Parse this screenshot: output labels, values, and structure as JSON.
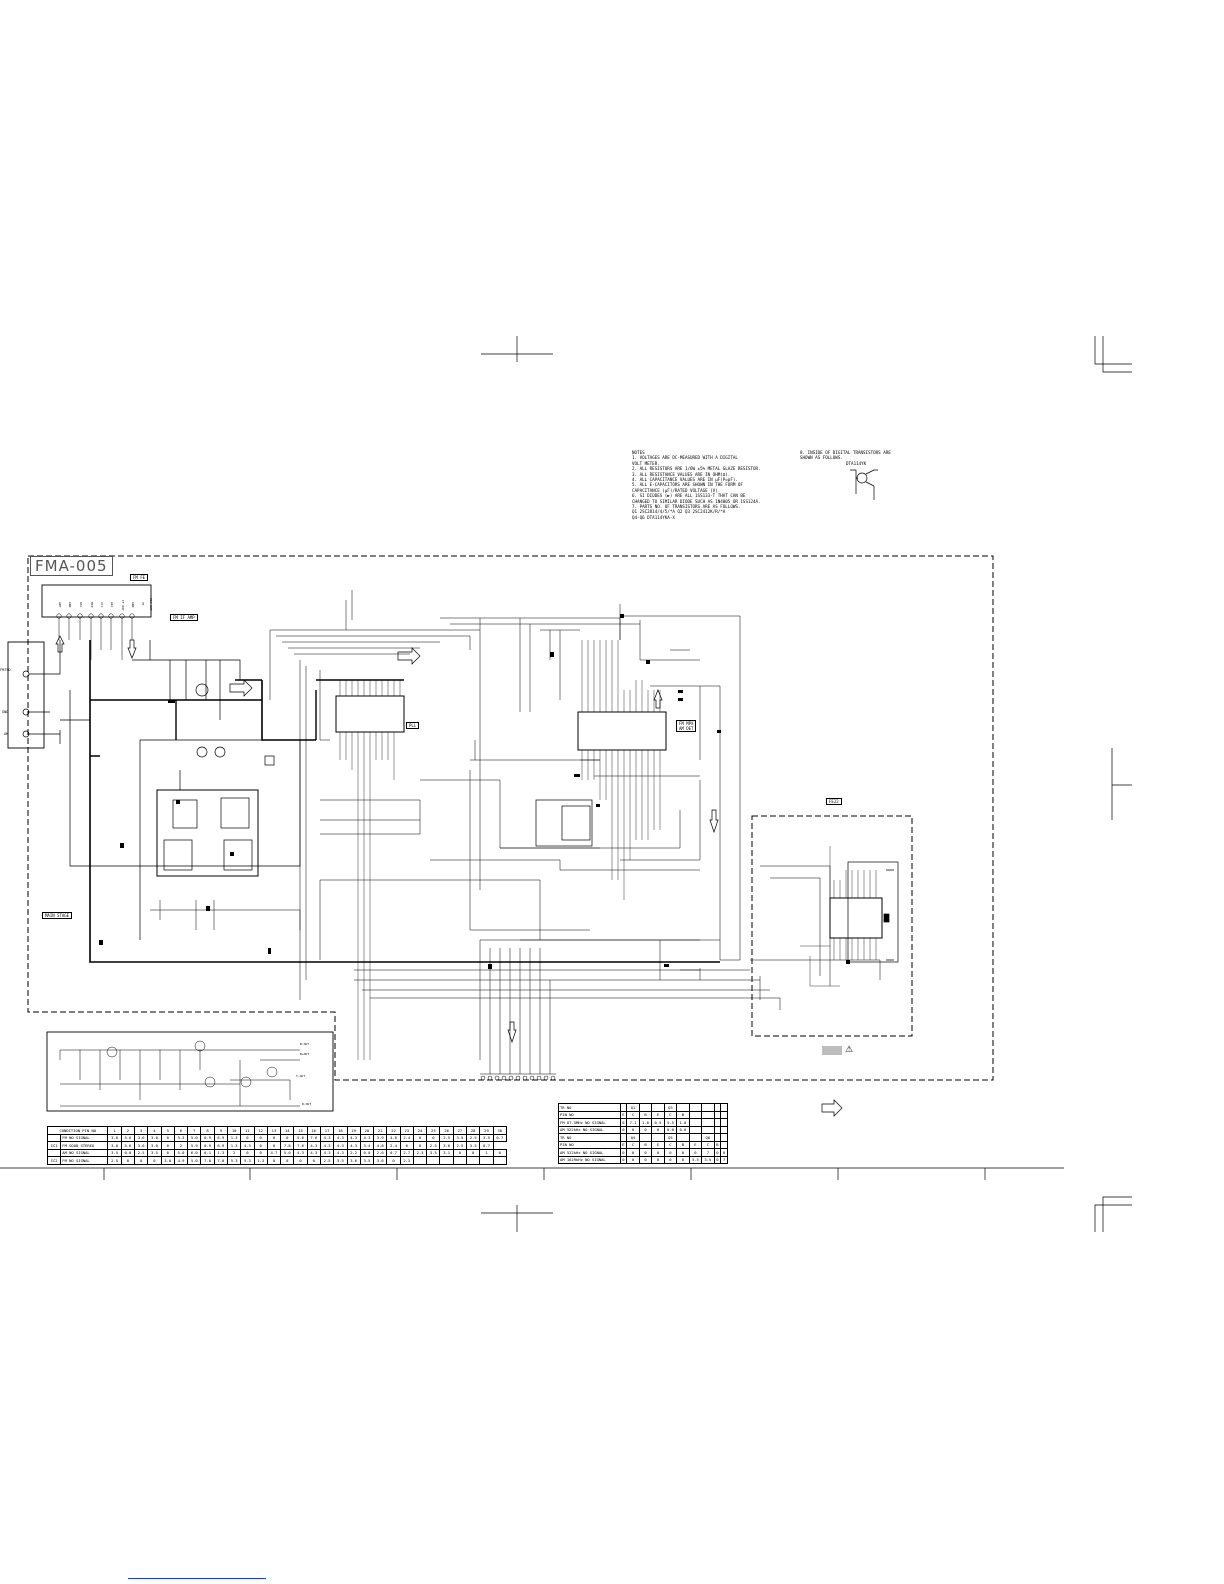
{
  "board": {
    "title": "FMA-005"
  },
  "blocks": {
    "fm_fe": "FM FE",
    "fm_if_amp": "FM IF AMP",
    "pll": "PLL",
    "fm_mpx_am_det": [
      "FM MPX",
      "AM DET"
    ],
    "fe22": "FE22",
    "main_stage": "MAIN STAGE"
  },
  "connectors": [
    "FM75Ω",
    "GND",
    "AM"
  ],
  "notes": {
    "heading": "NOTES",
    "items": [
      "1.  VOLTAGES ARE DC-MEASURED WITH A DIGITAL",
      "     VOLT METER.",
      "2.  ALL RESISTORS ARE 1/6W ±5% METAL GLAZE RESISTOR.",
      "3.  ALL RESISTANCE VALUES ARE IN OHM(Ω).",
      "4.  ALL CAPACITANCE VALUES ARE IN μF(P=pF).",
      "5.  ALL E-CAPACITORS ARE SHOWN IN THE FORM OF",
      "     CAPACITANCE (μF)/RATED VOLTAGE (V).",
      "6.  SI DIODES (▶) ARE ALL 1SS133-T THAT CAN BE",
      "     CHANGED TO SIMILAR DIODE SUCH AS 1N4005 OR 1SS124A.",
      "7.  PARTS NO. OF TRANSISTORS ARE AS FOLLOWS.",
      "     Q1       2SC2814/4/5/*A      Q2 Q3    2SC2412K/R/*A",
      "     Q4-Q6   DTA114YKA-X"
    ],
    "item8": [
      "8.  INSIDE OF DIGITAL TRANSISTORS ARE",
      "     SHOWN AS FOLLOWS.",
      "DTA114YK"
    ]
  },
  "ic_table": {
    "header": [
      "CONDITION PIN NO",
      "1",
      "2",
      "3",
      "4",
      "5",
      "6",
      "7",
      "8",
      "9",
      "10",
      "11",
      "12",
      "13",
      "14",
      "15",
      "16",
      "17",
      "18",
      "19",
      "20",
      "21",
      "22",
      "23",
      "24",
      "25",
      "26",
      "27",
      "28",
      "29",
      "30"
    ],
    "rows": [
      [
        "",
        "FM NO SIGNAL",
        "3.0",
        "5.6",
        "3.6",
        "3.0",
        "0",
        "5.3",
        "5.0",
        "0.9",
        "6.9",
        "1.3",
        "0",
        "0",
        "0",
        "0",
        "5.6",
        "7.6",
        "4.3",
        "4.3",
        "4.3",
        "4.3",
        "3.9",
        "4.8",
        "2.4",
        "0",
        "0",
        "2.5",
        "3.5",
        "2.5",
        "3.5",
        "0.7"
      ],
      [
        "IC1",
        "FM GOOD STEREO",
        "3.0",
        "5.6",
        "3.6",
        "3.0",
        "0",
        "2",
        "5.9",
        "0.9",
        "6.9",
        "1.3",
        "4.3",
        "0",
        "0",
        "7.8",
        "7.6",
        "4.3",
        "4.3",
        "4.3",
        "4.3",
        "3.4",
        "4.8",
        "2.4",
        "0",
        "0",
        "2.5",
        "3.6",
        "2.5",
        "3.5",
        "0.7"
      ],
      [
        "",
        "AM NO SIGNAL",
        "3.5",
        "0.0",
        "2.5",
        "3.5",
        "0",
        "5.0",
        "6.0",
        "0.1",
        "1.3",
        "2",
        "0",
        "0",
        "4.7",
        "5.0",
        "4.3",
        "4.3",
        "4.3",
        "4.3",
        "2.2",
        "0.0",
        "2.6",
        "0.7",
        "2.7",
        "2.5",
        "3.5",
        "3.1",
        "0",
        "0",
        "1",
        "0"
      ],
      [
        "IC2",
        "FM NO SIGNAL",
        "2.5",
        "0",
        "0",
        "0",
        "3.0",
        "4.9",
        "5.0",
        "7.0",
        "7.0",
        "5.3",
        "5.3",
        "1.3",
        "0",
        "0",
        "0",
        "0",
        "2.5",
        "3.5",
        "3.6",
        "3.5",
        "3.6",
        "0",
        "2.3",
        "",
        "",
        "",
        "",
        "",
        "",
        ""
      ]
    ]
  },
  "tr_table": {
    "rows": [
      [
        "TR NO",
        "",
        "Q1",
        "",
        "",
        "Q3",
        "",
        "",
        "",
        "",
        ""
      ],
      [
        "PIN NO",
        "E",
        "C",
        "B",
        "E",
        "C",
        "B",
        "",
        "",
        "",
        ""
      ],
      [
        "FM 87.5MHz NO SIGNAL",
        "0",
        "7.1",
        "1.0",
        "0.5",
        "5.5",
        "1.0",
        "",
        "",
        "",
        ""
      ],
      [
        "AM 522kHz NO SIGNAL",
        "0",
        "0",
        "0",
        "0",
        "0.0",
        "0.0",
        "",
        "",
        "",
        ""
      ],
      [
        "TR NO",
        "",
        "Q4",
        "",
        "",
        "Q5",
        "",
        "",
        "Q6",
        "",
        ""
      ],
      [
        "PIN NO",
        "E",
        "C",
        "B",
        "E",
        "C",
        "B",
        "E",
        "C",
        "B",
        ""
      ],
      [
        "AM 522kHz NO SIGNAL",
        "0",
        "0",
        "0",
        "0",
        "0",
        "0",
        "0",
        "7",
        "0",
        "0"
      ],
      [
        "AM 1629kHz NO SIGNAL",
        "0",
        "0",
        "0",
        "0",
        "0",
        "0",
        "3.5",
        "3.5",
        "0",
        "7"
      ]
    ]
  },
  "fm_fe_pins": [
    "ANT",
    "GND",
    "OSC",
    "MIX",
    "VCC",
    "AGC",
    "IF OUT",
    "GND",
    "VT",
    "OSC OUT"
  ],
  "sub_labels": [
    "B-OUT",
    "B+OUT",
    "T-OUT",
    "R-OUT"
  ]
}
